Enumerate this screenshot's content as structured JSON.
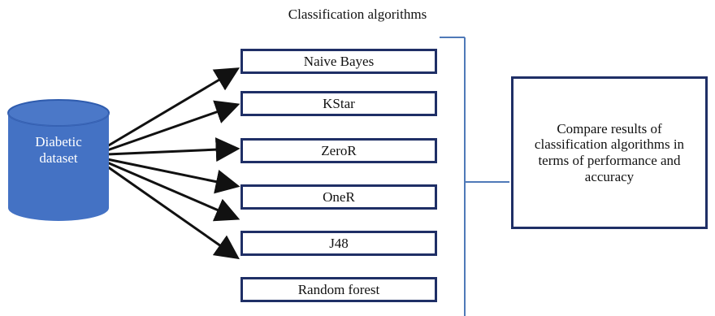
{
  "title": "Classification algorithms",
  "dataset_label": "Diabetic\ndataset",
  "algorithms": [
    "Naive Bayes",
    "KStar",
    "ZeroR",
    "OneR",
    "J48",
    "Random forest"
  ],
  "result_text": "Compare results of classification algorithms in terms of performance and accuracy",
  "colors": {
    "box_border": "#1f2f66",
    "bracket": "#4f79b8",
    "dataset_fill": "#4472c4",
    "dataset_top": "#4b78c8",
    "arrow": "#111111"
  },
  "icons": {
    "dataset": "database-cylinder-icon",
    "arrow": "arrow-right-icon"
  }
}
